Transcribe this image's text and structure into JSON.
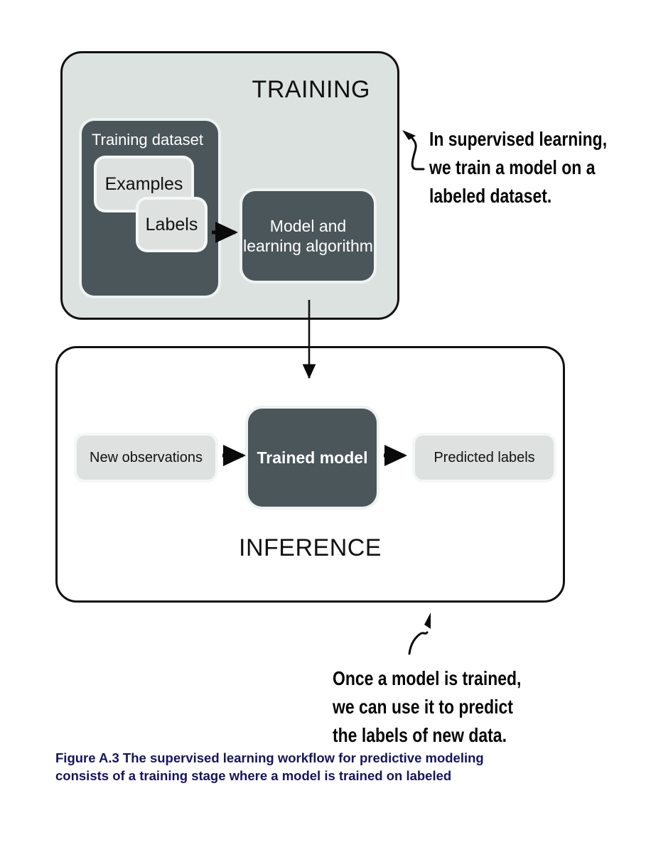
{
  "figure": {
    "caption_line_1": "Figure A.3 The supervised learning workflow for predictive modeling",
    "caption_line_2": "consists of a training stage where a model is trained on labeled",
    "caption_color": "#16145e"
  },
  "training": {
    "title": "TRAINING",
    "panel_fill": "#dce2e0",
    "panel_stroke": "#111111",
    "boxes": [
      {
        "id": "training-dataset",
        "label": "Training dataset",
        "style": "dark",
        "fill": "#4b565a",
        "text_color": "#ffffff"
      },
      {
        "id": "examples",
        "label": "Examples",
        "style": "light",
        "fill": "#dde2e0",
        "text_color": "#111111"
      },
      {
        "id": "labels",
        "label": "Labels",
        "style": "light",
        "fill": "#dde2e0",
        "text_color": "#111111"
      },
      {
        "id": "model-and-learning-algorithm",
        "label_line_1": "Model and",
        "label_line_2": "learning algorithm",
        "style": "dark",
        "fill": "#4b565a",
        "text_color": "#ffffff"
      }
    ]
  },
  "inference": {
    "title": "INFERENCE",
    "panel_fill": "#ffffff",
    "panel_stroke": "#111111",
    "boxes": [
      {
        "id": "new-observations",
        "label": "New observations",
        "style": "light",
        "fill": "#dde2e0",
        "text_color": "#111111"
      },
      {
        "id": "trained-model",
        "label": "Trained model",
        "style": "dark",
        "fill": "#4b565a",
        "text_color": "#ffffff"
      },
      {
        "id": "predicted-labels",
        "label": "Predicted labels",
        "style": "light",
        "fill": "#dde2e0",
        "text_color": "#111111"
      }
    ]
  },
  "annotations": {
    "top": "In supervised learning,\nwe train a model on a\nlabeled dataset.",
    "bottom": "Once a model is trained,\nwe can use it to predict\nthe labels of new data."
  },
  "arrows": {
    "labels_to_model": "arrow-right-icon",
    "training_to_inference": "arrow-down-icon",
    "observations_to_trained_model": "arrow-right-icon",
    "trained_model_to_predicted_labels": "arrow-right-icon",
    "callout_top": "squiggly-callout-arrow-icon",
    "callout_bottom": "squiggly-callout-arrow-icon"
  }
}
